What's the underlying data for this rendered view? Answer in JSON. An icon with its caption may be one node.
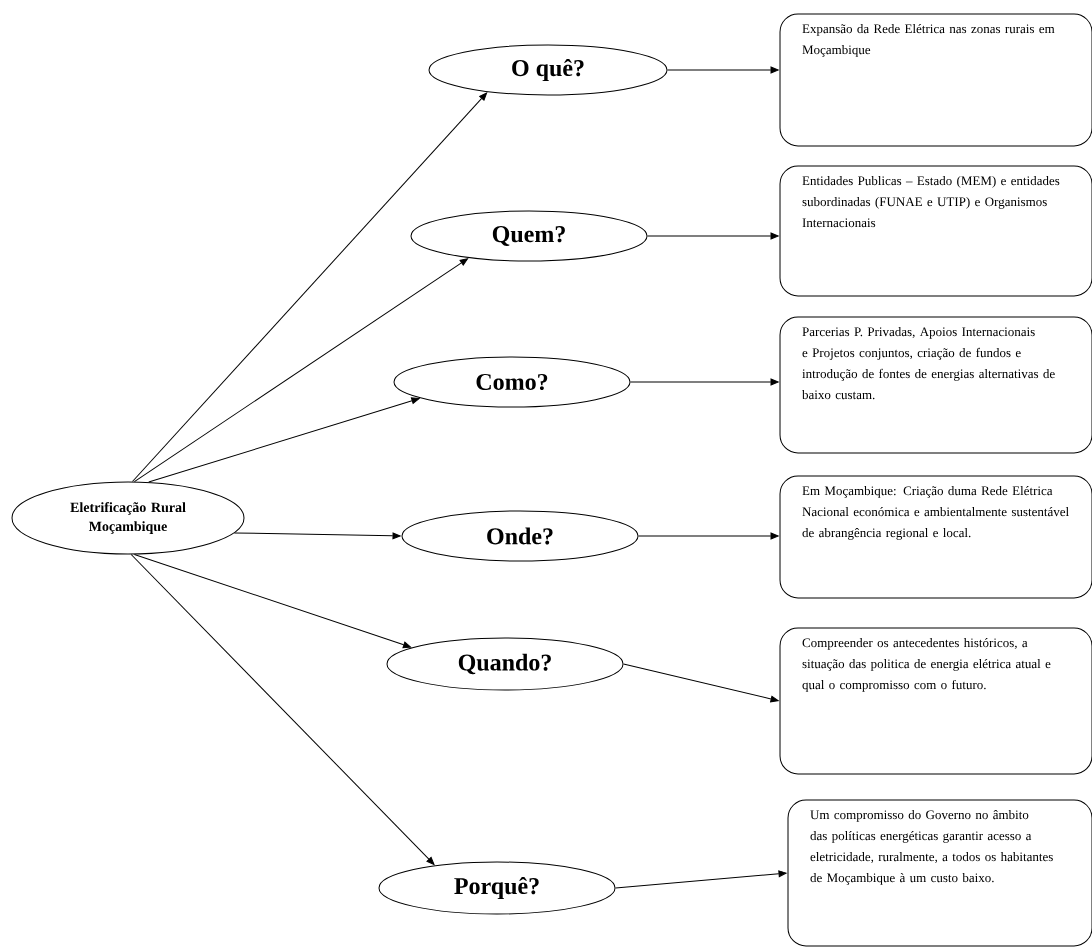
{
  "diagram": {
    "nodes": [
      {
        "text": [
          "Eletrificação Rural Moçambique"
        ]
      },
      {
        "text": [
          "O quê?"
        ]
      },
      {
        "text": [
          "Quem?"
        ]
      },
      {
        "text": [
          "Como?"
        ]
      },
      {
        "text": [
          "Onde?"
        ]
      },
      {
        "text": [
          "Quando?"
        ]
      },
      {
        "text": [
          "Porquê?"
        ]
      },
      {
        "text": [
          "Expansão da Rede Elétrica nas zonas rurais em Moçambique"
        ]
      },
      {
        "text": [
          "Entidades Publicas – Estado (MEM) e entidades subordinadas (FUNAE e UTIP) e Organismos Internacionais"
        ]
      },
      {
        "text": [
          "Parcerias P. Privadas, Apoios Internacionais e Projetos conjuntos, criação de fundos e introdução de fontes de energias alternativas de baixo custam."
        ]
      },
      {
        "text": [
          "Em Moçambique: Criação duma Rede Elétrica Nacional económica e ambientalmente sustentável de abrangência regional e local."
        ]
      },
      {
        "text": [
          "Compreender os antecedentes históricos, a situação das politica de energia elétrica atual e qual o compromisso com o futuro."
        ]
      },
      {
        "text": [
          "Um compromisso do Governo no âmbito das políticas energéticas garantir acesso a eletricidade, ruralmente, a todos os habitantes de Moçambique à um custo baixo."
        ]
      }
    ],
    "edges": [
      {
        "from": 0,
        "to": 1,
        "arrow": "to"
      },
      {
        "from": 0,
        "to": 2,
        "arrow": "to"
      },
      {
        "from": 0,
        "to": 3,
        "arrow": "to"
      },
      {
        "from": 0,
        "to": 4,
        "arrow": "to"
      },
      {
        "from": 0,
        "to": 5,
        "arrow": "to"
      },
      {
        "from": 0,
        "to": 6,
        "arrow": "to"
      },
      {
        "from": 1,
        "to": 7,
        "arrow": "to"
      },
      {
        "from": 2,
        "to": 8,
        "arrow": "to"
      },
      {
        "from": 3,
        "to": 9,
        "arrow": "to"
      },
      {
        "from": 4,
        "to": 10,
        "arrow": "to"
      },
      {
        "from": 5,
        "to": 11,
        "arrow": "to"
      },
      {
        "from": 6,
        "to": 12,
        "arrow": "to"
      }
    ]
  }
}
